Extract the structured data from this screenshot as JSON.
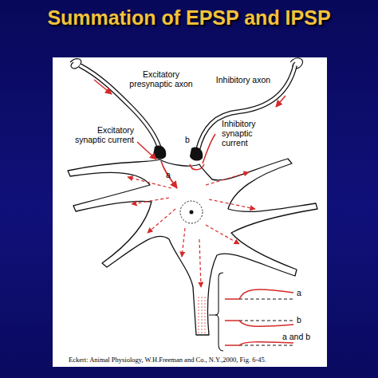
{
  "diagram": {
    "title": "Summation of EPSP and IPSP",
    "caption": "Eckert: Animal Physiology, W.H.Freeman and Co., N.Y.,2000, Fig. 6-45.",
    "labels": [
      "Excitatory presynaptic axon",
      "Inhibitory axon",
      "Excitatory synaptic current",
      "Inhibitory synaptic current",
      "a",
      "b",
      "a",
      "b",
      "a and b"
    ]
  }
}
